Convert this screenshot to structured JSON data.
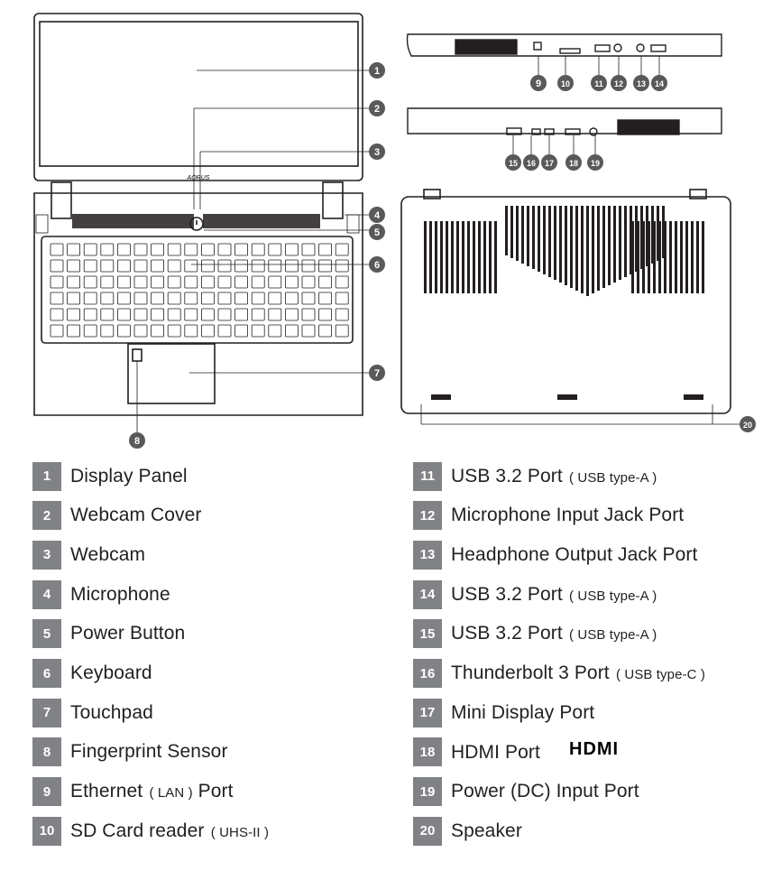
{
  "diagram": {
    "brand_text": "AORUS",
    "callouts": [
      "1",
      "2",
      "3",
      "4",
      "5",
      "6",
      "7",
      "8",
      "9",
      "10",
      "11",
      "12",
      "13",
      "14",
      "15",
      "16",
      "17",
      "18",
      "19",
      "20"
    ]
  },
  "legend": {
    "items": [
      {
        "num": "1",
        "label": "Display Panel"
      },
      {
        "num": "2",
        "label": "Webcam Cover"
      },
      {
        "num": "3",
        "label": "Webcam"
      },
      {
        "num": "4",
        "label": "Microphone"
      },
      {
        "num": "5",
        "label": "Power Button"
      },
      {
        "num": "6",
        "label": "Keyboard"
      },
      {
        "num": "7",
        "label": "Touchpad"
      },
      {
        "num": "8",
        "label": "Fingerprint Sensor"
      },
      {
        "num": "9",
        "label": "Ethernet",
        "sub": "( LAN )",
        "after": "Port"
      },
      {
        "num": "10",
        "label": "SD Card reader",
        "sub": "( UHS-II )"
      },
      {
        "num": "11",
        "label": "USB 3.2 Port",
        "sub": "( USB type-A )"
      },
      {
        "num": "12",
        "label": "Microphone Input Jack Port"
      },
      {
        "num": "13",
        "label": "Headphone Output Jack Port"
      },
      {
        "num": "14",
        "label": "USB 3.2 Port",
        "sub": "( USB type-A )"
      },
      {
        "num": "15",
        "label": "USB 3.2 Port",
        "sub": "( USB type-A )"
      },
      {
        "num": "16",
        "label": "Thunderbolt 3 Port",
        "sub": "( USB type-C )"
      },
      {
        "num": "17",
        "label": "Mini Display Port"
      },
      {
        "num": "18",
        "label": "HDMI Port",
        "logo": "HDMI"
      },
      {
        "num": "19",
        "label": "Power (DC) Input Port"
      },
      {
        "num": "20",
        "label": "Speaker"
      }
    ]
  },
  "colors": {
    "badge": "#808285",
    "line": "#231f20",
    "callout": "#58595b"
  }
}
